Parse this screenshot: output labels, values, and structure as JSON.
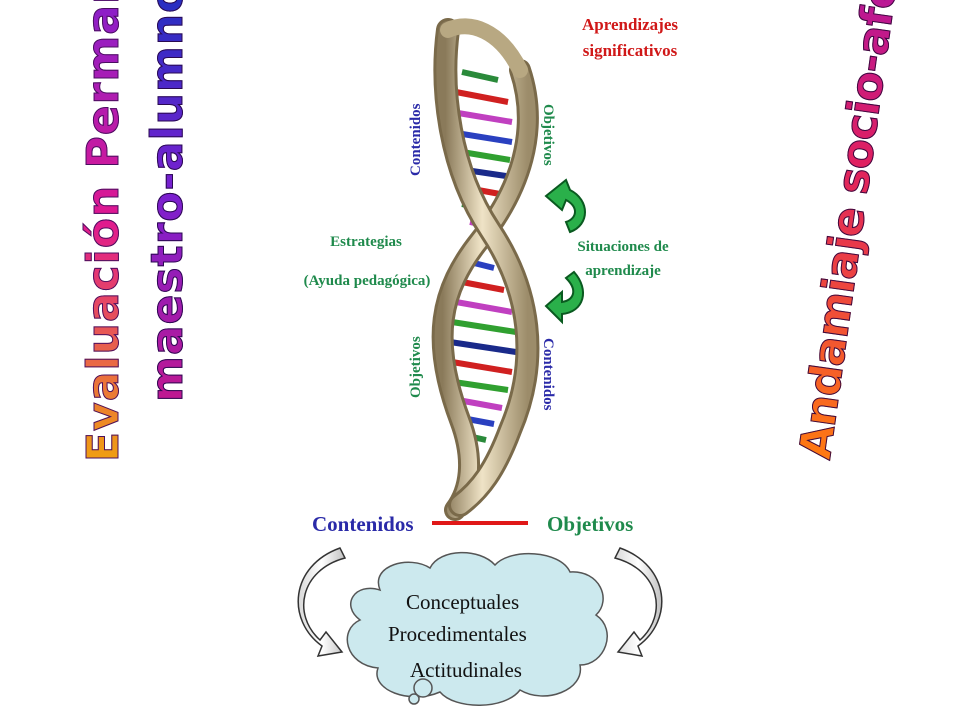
{
  "title_top": "Aprendizajes significativos",
  "title_top_lines": [
    "Aprendizajes",
    "significativos"
  ],
  "left_wordart": {
    "line1": "Evaluación Permanente",
    "line2": "maestro-alumno"
  },
  "right_wordart": "Andamiaje socio-afectivo",
  "helix_labels": {
    "upper_left": "Contenidos",
    "upper_right": "Objetivos",
    "lower_left": "Objetivos",
    "lower_right": "Contenidos"
  },
  "estrategias": {
    "line1": "Estrategias",
    "line2": "(Ayuda pedagógica)"
  },
  "situaciones": {
    "line1": "Situaciones de",
    "line2": "aprendizaje"
  },
  "bottom": {
    "left": "Contenidos",
    "right": "Objetivos"
  },
  "cloud_items": [
    "Conceptuales",
    "Procedimentales",
    "Actitudinales"
  ],
  "colors": {
    "green": "#1f8a4c",
    "blue": "#2a2aa8",
    "red": "#d01818",
    "cloud": "#cce9ee"
  }
}
